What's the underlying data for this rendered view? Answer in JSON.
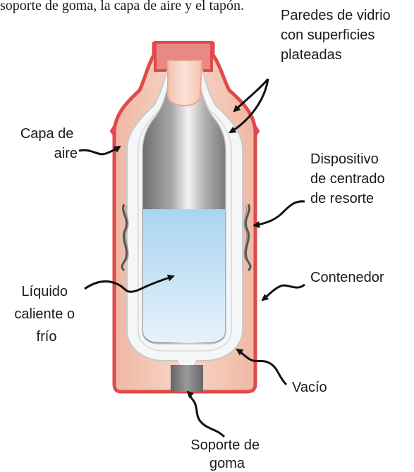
{
  "caption_fragment": "soporte de goma, la capa de aire y el tapón.",
  "labels": {
    "glass_walls": [
      "Paredes de vidrio",
      "con superficies",
      "plateadas"
    ],
    "air_layer": [
      "Capa de",
      "aire"
    ],
    "spring_device": [
      "Dispositivo",
      "de centrado",
      "de resorte"
    ],
    "container": [
      "Contenedor"
    ],
    "liquid": [
      "Líquido",
      "caliente o",
      "frío"
    ],
    "vacuum": [
      "Vacío"
    ],
    "rubber_support": [
      "Soporte de",
      "goma"
    ]
  },
  "colors": {
    "container_stroke": "#e04a4a",
    "container_fill": "#f3c7b5",
    "glass_wall": "#f4f6f8",
    "silver_dark": "#7b7b7b",
    "silver_light": "#e6e6e6",
    "liquid_top": "#a9d4f0",
    "liquid_bottom": "#e4f1fb",
    "stopper": "#f6d1c0",
    "arrow": "#111111"
  }
}
